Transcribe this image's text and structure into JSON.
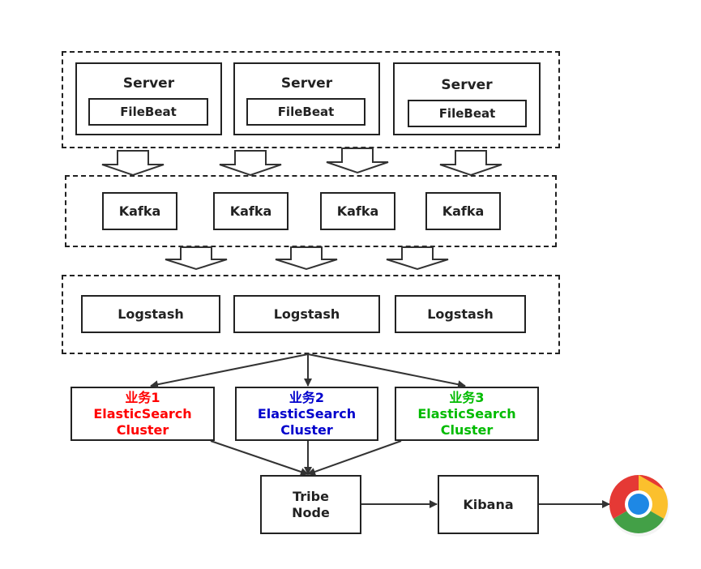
{
  "servers": [
    {
      "title": "Server",
      "agent": "FileBeat"
    },
    {
      "title": "Server",
      "agent": "FileBeat"
    },
    {
      "title": "Server",
      "agent": "FileBeat"
    }
  ],
  "kafka": [
    "Kafka",
    "Kafka",
    "Kafka",
    "Kafka"
  ],
  "logstash": [
    "Logstash",
    "Logstash",
    "Logstash"
  ],
  "clusters": [
    {
      "biz": "业务1",
      "name": "ElasticSearch",
      "suffix": "Cluster",
      "color": "#ff0000"
    },
    {
      "biz": "业务2",
      "name": "ElasticSearch",
      "suffix": "Cluster",
      "color": "#0000cc"
    },
    {
      "biz": "业务3",
      "name": "ElasticSearch",
      "suffix": "Cluster",
      "color": "#00bb00"
    }
  ],
  "tribe": {
    "line1": "Tribe",
    "line2": "Node"
  },
  "kibana": "Kibana",
  "browser_icon": "chrome-browser-icon"
}
